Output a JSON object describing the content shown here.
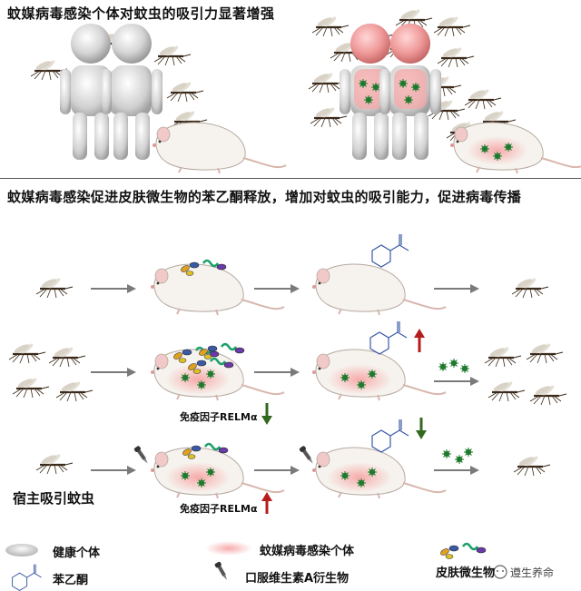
{
  "section1": {
    "title": "蚊媒病毒感染个体对蚊虫的吸引力显著增强"
  },
  "section2": {
    "title": "蚊媒病毒感染促进皮肤微生物的苯乙酮释放，增加对蚊虫的吸引能力，促进病毒传播",
    "immune_label_row2": "免疫因子RELMα",
    "immune_label_row3": "免疫因子RELMα",
    "host_label": "宿主吸引蚊虫"
  },
  "legend": {
    "healthy": "健康个体",
    "infected": "蚊媒病毒感染个体",
    "microbes": "皮肤微生物",
    "acetophenone": "苯乙酮",
    "oral_vitA": "口服维生素A衍生物"
  },
  "watermark": "遵生养命",
  "colors": {
    "arrow_up": "#b71c1c",
    "arrow_down": "#33691e",
    "flow_arrow": "#7a7a7a",
    "infection_pink": "#f4a7a7",
    "virus_green": "#1f7a2e",
    "molecule_blue": "#3a5aa8"
  }
}
